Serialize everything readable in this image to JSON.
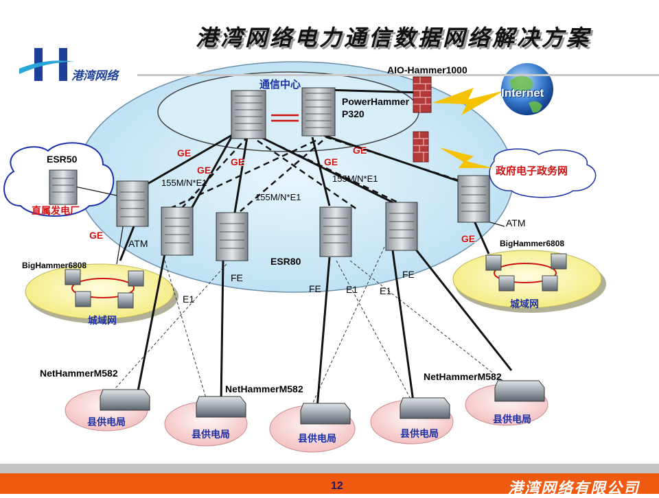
{
  "slide": {
    "title": "港湾网络电力通信数据网络解决方案",
    "logo_text": "港湾网络",
    "page_number": "12",
    "company": "港湾网络有限公司"
  },
  "nodes": {
    "core_center": "通信中心",
    "core_device": "PowerHammer",
    "core_device_model": "P320",
    "firewall": "AIO-Hammer1000",
    "internet": "Internet",
    "egov": "政府电子政务网",
    "esr50": "ESR50",
    "power_plant": "直属发电厂",
    "esr80": "ESR80",
    "bighammer_left": "BigHammer6808",
    "bighammer_right": "BigHammer6808",
    "metro_left": "城域网",
    "metro_right": "城域网",
    "nethammer_1": "NetHammerM582",
    "nethammer_2": "NetHammerM582",
    "nethammer_3": "NetHammerM582",
    "county_1": "县供电局",
    "county_2": "县供电局",
    "county_3": "县供电局",
    "county_4": "县供电局",
    "county_5": "县供电局"
  },
  "link_labels": {
    "ge": "GE",
    "atm": "ATM",
    "fe": "FE",
    "e1": "E1",
    "sdh": "155M/N*E1"
  },
  "colors": {
    "ring_fill": "#cde8f6",
    "metro_fill": "#fbf7b0",
    "county_fill": "#fbe0e0",
    "ge_red": "#d01010",
    "footer": "#f05a10",
    "label_blue": "#1a2fa8"
  }
}
